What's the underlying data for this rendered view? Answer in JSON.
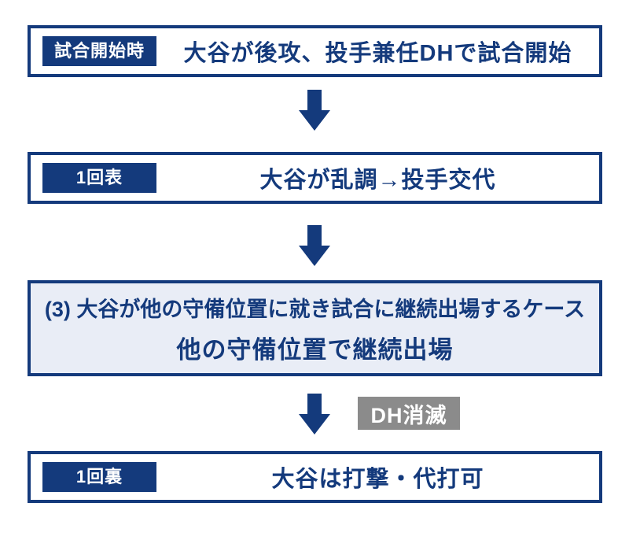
{
  "colors": {
    "navy": "#143a7c",
    "case-bg": "#e9edf6",
    "gray": "#8b8b8b",
    "white": "#ffffff"
  },
  "boxes": {
    "game_start": {
      "badge": "試合開始時",
      "text": "大谷が後攻、投手兼任DHで試合開始"
    },
    "inning1_top": {
      "badge": "1回表",
      "text": "大谷が乱調→投手交代"
    },
    "case3": {
      "title": "(3) 大谷が他の守備位置に就き試合に継続出場するケース",
      "subtitle": "他の守備位置で継続出場"
    },
    "inning1_bottom": {
      "badge": "1回裏",
      "text": "大谷は打撃・代打可"
    }
  },
  "arrow_label": "DH消滅"
}
